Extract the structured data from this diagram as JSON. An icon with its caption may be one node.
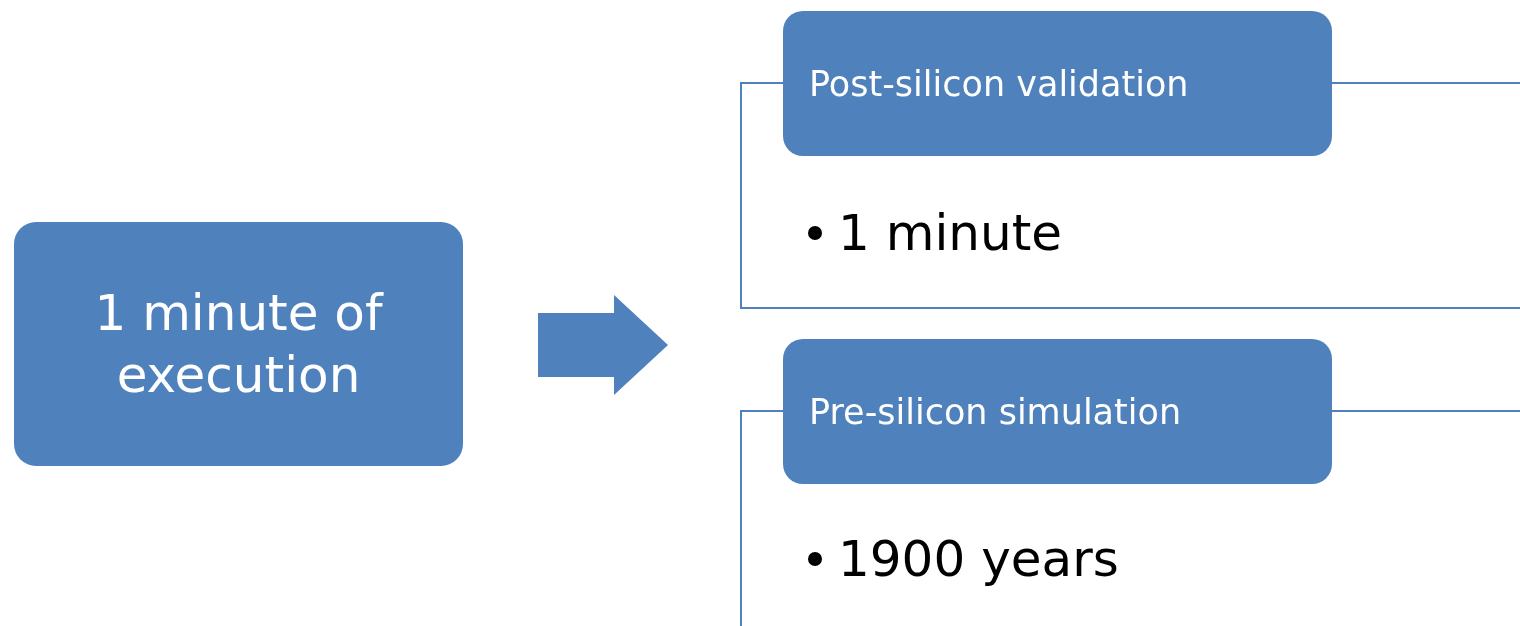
{
  "diagram": {
    "nodes": [
      {
        "text": [
          "1 minute of execution"
        ]
      },
      {
        "text": [
          "Post-silicon validation",
          "1 minute"
        ]
      },
      {
        "text": [
          "Pre-silicon simulation",
          "1900 years"
        ]
      }
    ]
  }
}
